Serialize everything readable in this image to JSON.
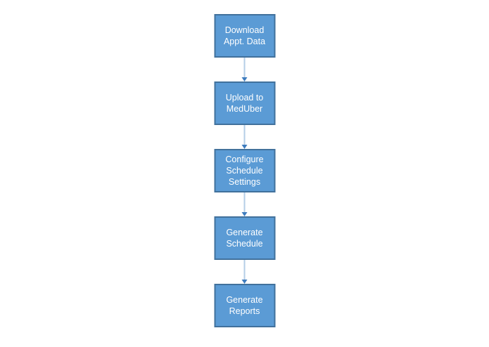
{
  "flowchart": {
    "type": "vertical-process-flow",
    "nodes": [
      {
        "label": "Download\nAppt. Data"
      },
      {
        "label": "Upload to\nMedUber"
      },
      {
        "label": "Configure\nSchedule\nSettings"
      },
      {
        "label": "Generate\nSchedule"
      },
      {
        "label": "Generate\nReports"
      }
    ],
    "connections": [
      {
        "from": 0,
        "to": 1
      },
      {
        "from": 1,
        "to": 2
      },
      {
        "from": 2,
        "to": 3
      },
      {
        "from": 3,
        "to": 4
      }
    ],
    "colors": {
      "node_fill": "#5B9BD5",
      "node_border": "#41719C",
      "node_text": "#FFFFFF",
      "connector_line": "#B5CEE7",
      "connector_arrowhead": "#3E7CBE",
      "background": "#FFFFFF"
    }
  }
}
